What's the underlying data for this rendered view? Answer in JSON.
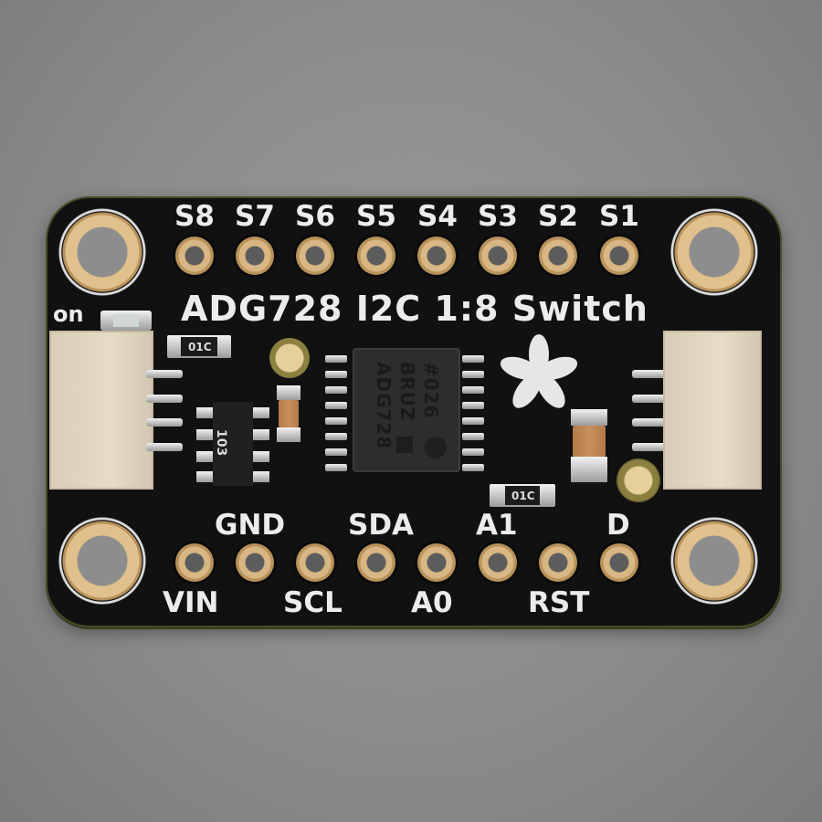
{
  "scene": {
    "subject": "Adafruit ADG728 I2C 1:8 Switch breakout board on grey background",
    "background_color": "#8c8c8c",
    "board_color": "#111111",
    "gold_color": "#d9b784",
    "silkscreen_color": "#ececec"
  },
  "board": {
    "title": "ADG728 I2C 1:8 Switch",
    "top_pins": [
      "S8",
      "S7",
      "S6",
      "S5",
      "S4",
      "S3",
      "S2",
      "S1"
    ],
    "bottom_pins_upper_labels": [
      "GND",
      "SDA",
      "A1",
      "D"
    ],
    "bottom_pins_lower_labels": [
      "VIN",
      "SCL",
      "A0",
      "RST"
    ],
    "led_label": "on",
    "chip": {
      "line1": "ADG728",
      "line2": "BRUZ",
      "line3": "#026"
    },
    "resistor_array_marking": "103",
    "resistor_left_marking": "01C",
    "resistor_right_marking": "01C"
  }
}
